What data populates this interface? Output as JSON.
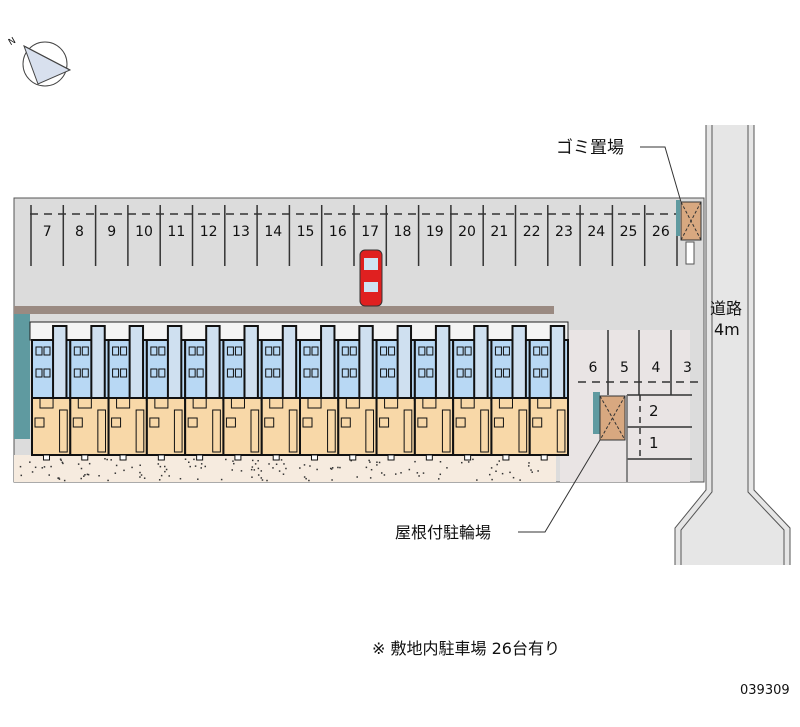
{
  "compass": {
    "north_label": "N"
  },
  "parking_top": {
    "numbers": [
      "7",
      "8",
      "9",
      "10",
      "11",
      "12",
      "13",
      "14",
      "15",
      "16",
      "17",
      "18",
      "19",
      "20",
      "21",
      "22",
      "23",
      "24",
      "25",
      "26"
    ]
  },
  "parking_bottom_row": {
    "numbers": [
      "6",
      "5",
      "4",
      "3"
    ]
  },
  "parking_side": {
    "numbers": [
      "2",
      "1"
    ]
  },
  "labels": {
    "garbage": "ゴミ置場",
    "road_line1": "道路",
    "road_line2": "4m",
    "bicycle": "屋根付駐輪場",
    "note": "※ 敷地内駐車場 26台有り",
    "code": "039309"
  },
  "building": {
    "unit_count": 14
  },
  "colors": {
    "lot": "#dcdcdc",
    "upper_floor": "#b8d8f4",
    "lower_floor": "#f8d8a8",
    "garden": "#f6ebdf",
    "teal": "#5f9aa0",
    "car": "#e02020",
    "storage": "#d8a880"
  }
}
